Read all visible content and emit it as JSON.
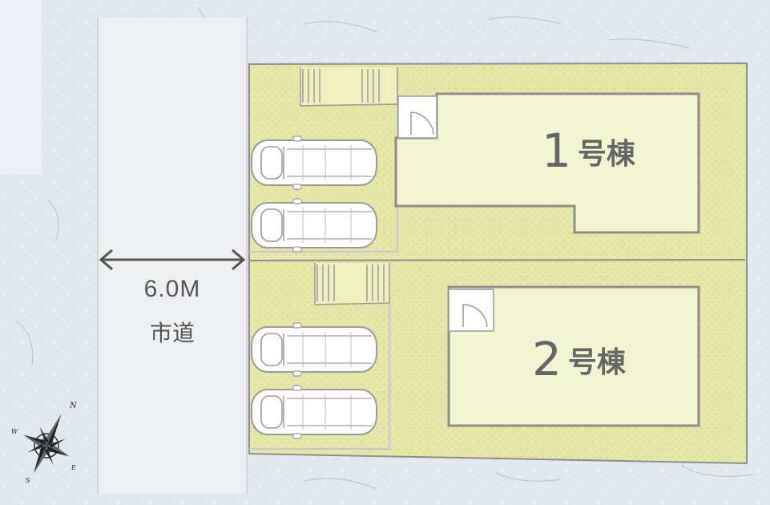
{
  "road": {
    "width_label": "6.0M",
    "name_label": "市道"
  },
  "buildings": [
    {
      "number": "1",
      "suffix": "号棟"
    },
    {
      "number": "2",
      "suffix": "号棟"
    }
  ],
  "compass": {
    "n": "N",
    "e": "E",
    "s": "S",
    "w": "W"
  },
  "colors": {
    "lot_fill": "#e4e7a6",
    "building_fill": "#f1f5d2",
    "road_fill": "#eff0f2",
    "outline": "#8c8c8c"
  },
  "icons": [
    "compass-rose-icon",
    "car-icon",
    "double-arrow-icon",
    "stair-icon"
  ]
}
